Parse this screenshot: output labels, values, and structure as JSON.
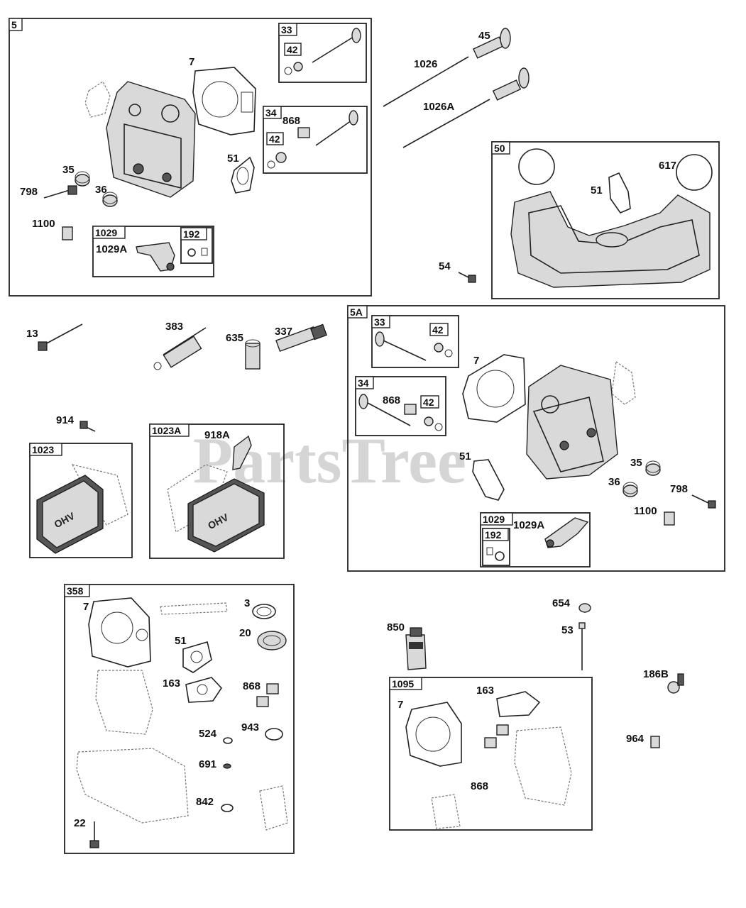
{
  "watermark": "PartsTree",
  "groups": {
    "g5": "5",
    "g33a": "33",
    "g42a": "42",
    "g34a": "34",
    "g42b": "42",
    "g1029a": "1029",
    "g192a": "192",
    "g50": "50",
    "g5A": "5A",
    "g33b": "33",
    "g42c": "42",
    "g34b": "34",
    "g42d": "42",
    "g1029b": "1029",
    "g192b": "192",
    "g1023": "1023",
    "g1023A": "1023A",
    "g358": "358",
    "g1095": "1095"
  },
  "labels": {
    "l7a": "7",
    "l868a": "868",
    "l51a": "51",
    "l35a": "35",
    "l798a": "798",
    "l36a": "36",
    "l1100a": "1100",
    "l1029Aa": "1029A",
    "l45": "45",
    "l1026": "1026",
    "l1026A": "1026A",
    "l51b": "51",
    "l617": "617",
    "l54": "54",
    "l13": "13",
    "l383": "383",
    "l635": "635",
    "l337": "337",
    "l7b": "7",
    "l868b": "868",
    "l51c": "51",
    "l35b": "35",
    "l36b": "36",
    "l798b": "798",
    "l1100b": "1100",
    "l1029Ab": "1029A",
    "l914": "914",
    "l918A": "918A",
    "l7c": "7",
    "l3": "3",
    "l20": "20",
    "l51d": "51",
    "l163a": "163",
    "l868c": "868",
    "l524": "524",
    "l943": "943",
    "l691": "691",
    "l842": "842",
    "l22": "22",
    "l654": "654",
    "l850": "850",
    "l53": "53",
    "l186B": "186B",
    "l163b": "163",
    "l7d": "7",
    "l868d": "868",
    "l964": "964"
  }
}
